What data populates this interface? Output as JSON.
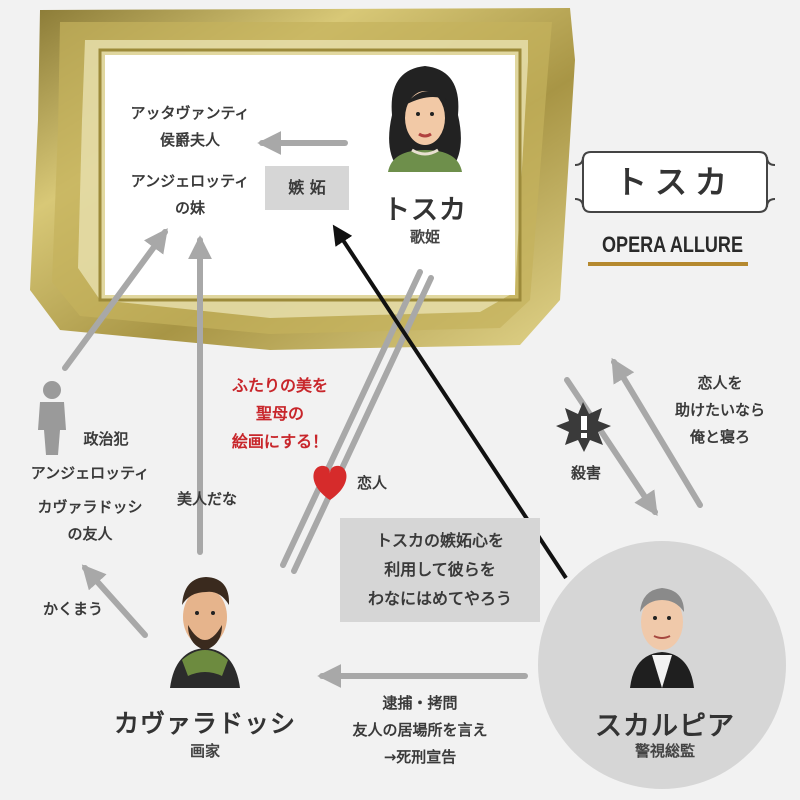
{
  "title": "トスカ",
  "brand": "OPERA ALLURE",
  "characters": {
    "tosca": {
      "name": "トスカ",
      "role": "歌姫"
    },
    "scarpia": {
      "name": "スカルピア",
      "role": "警視総監"
    },
    "cavaradossi": {
      "name": "カヴァラドッシ",
      "role": "画家"
    }
  },
  "attavanti": {
    "line1": "アッタヴァンティ",
    "line2": "侯爵夫人"
  },
  "angelotti_sister": {
    "line1": "アンジェロッティ",
    "line2": "の妹"
  },
  "jealousy_box": "嫉 妬",
  "political": {
    "line1": "政治犯",
    "line2": "アンジェロッティ",
    "line3": "カヴァラドッシ",
    "line4": "の友人"
  },
  "painting_note": {
    "line1": "ふたりの美を",
    "line2": "聖母の",
    "line3": "絵画にする！"
  },
  "lovers": "恋人",
  "kill": "殺害",
  "scarpia_offer": {
    "line1": "恋人を",
    "line2": "助けたいなら",
    "line3": "俺と寝ろ"
  },
  "scheme_box": {
    "line1": "トスカの嫉妬心を",
    "line2": "利用して彼らを",
    "line3": "わなにはめてやろう"
  },
  "beautiful": "美人だな",
  "hide": "かくまう",
  "arrest": {
    "line1": "逮捕・拷問",
    "line2": "友人の居場所を言え",
    "line3": "→死刑宣告"
  },
  "colors": {
    "arrow_gray": "#a8a8a8",
    "arrow_black": "#111111",
    "heart": "#d62b2b",
    "accent_red": "#c8262b",
    "frame_gold": "#b8a24a",
    "bg": "#f2f2f2"
  }
}
